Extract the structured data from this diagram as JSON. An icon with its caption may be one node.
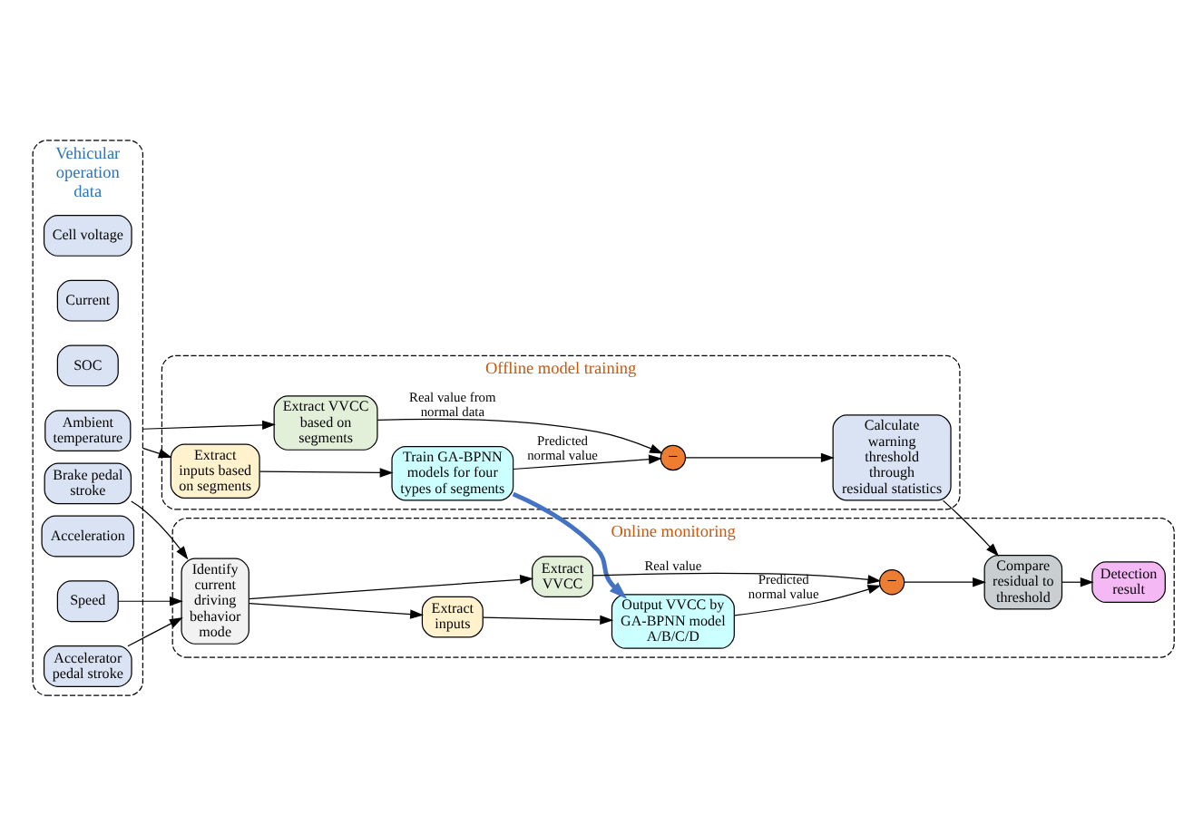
{
  "diagram": {
    "nodes": [
      {
        "text": [
          "Vehicular operation data"
        ]
      },
      {
        "text": [
          "Cell voltage"
        ],
        "in": 0
      },
      {
        "text": [
          "Current"
        ],
        "in": 0
      },
      {
        "text": [
          "SOC"
        ],
        "in": 0
      },
      {
        "text": [
          "Ambient temperature"
        ],
        "in": 0
      },
      {
        "text": [
          "Acceleration"
        ],
        "in": 0
      },
      {
        "text": [
          "Speed"
        ],
        "in": 0
      },
      {
        "text": [
          "Accelerator pedal stroke"
        ],
        "in": 0
      },
      {
        "text": [
          "Brake pedal stroke"
        ],
        "in": 0
      },
      {
        "text": [
          "Offline model training"
        ]
      },
      {
        "text": [
          "Extract VVCC based on segments"
        ],
        "in": 9
      },
      {
        "text": [
          "Extract inputs based on segments"
        ],
        "in": 9
      },
      {
        "text": [
          "Train GA-BPNN models for four types of segments"
        ],
        "in": 9
      },
      {
        "text": [
          "−"
        ],
        "in": 9
      },
      {
        "text": [
          "Calculate warning threshold through residual statistics"
        ],
        "in": 9
      },
      {
        "text": [
          "Online monitoring"
        ]
      },
      {
        "text": [
          "Identify current driving behavior mode"
        ],
        "in": 15
      },
      {
        "text": [
          "Extract inputs"
        ],
        "in": 15
      },
      {
        "text": [
          "Output VVCC by GA-BPNN model A/B/C/D"
        ],
        "in": 15
      },
      {
        "text": [
          "Extract VVCC"
        ],
        "in": 15
      },
      {
        "text": [
          "−"
        ],
        "in": 15
      },
      {
        "text": [
          "Compare residual to threshold"
        ],
        "in": 15
      },
      {
        "text": [
          "Detection result"
        ],
        "in": 15
      }
    ],
    "edges": [
      {
        "from": 0,
        "to": 10,
        "arrow": "to"
      },
      {
        "from": 0,
        "to": 11,
        "arrow": "to"
      },
      {
        "from": 10,
        "to": 13,
        "arrow": "to",
        "label": "Real value from normal data"
      },
      {
        "from": 11,
        "to": 12,
        "arrow": "to"
      },
      {
        "from": 12,
        "to": 13,
        "arrow": "to",
        "label": "Predicted normal value"
      },
      {
        "from": 13,
        "to": 14,
        "arrow": "to"
      },
      {
        "from": 12,
        "to": 18,
        "arrow": "to",
        "style": "thick",
        "color": "#4472c4"
      },
      {
        "from": 14,
        "to": 21,
        "arrow": "to"
      },
      {
        "from": 6,
        "to": 16,
        "arrow": "to"
      },
      {
        "from": 7,
        "to": 16,
        "arrow": "to"
      },
      {
        "from": 8,
        "to": 16,
        "arrow": "to"
      },
      {
        "from": 16,
        "to": 17,
        "arrow": "to"
      },
      {
        "from": 16,
        "to": 19,
        "arrow": "to"
      },
      {
        "from": 17,
        "to": 18,
        "arrow": "to"
      },
      {
        "from": 18,
        "to": 20,
        "arrow": "to",
        "label": "Predicted normal value"
      },
      {
        "from": 19,
        "to": 20,
        "arrow": "to",
        "label": "Real value"
      },
      {
        "from": 20,
        "to": 21,
        "arrow": "to"
      },
      {
        "from": 21,
        "to": 22,
        "arrow": "to"
      }
    ]
  }
}
